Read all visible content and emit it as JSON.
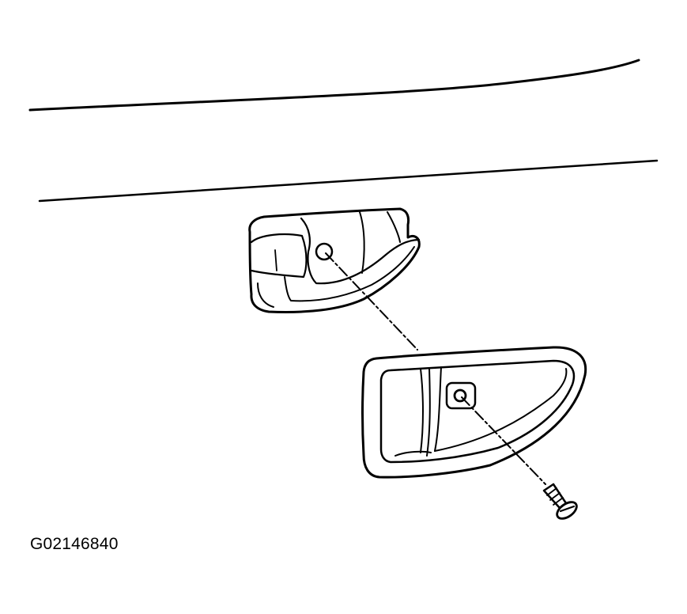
{
  "figure": {
    "reference_code": "G02146840",
    "stroke_color": "#000000",
    "background_color": "#ffffff"
  },
  "parts": [
    {
      "id": "door-trim-panel",
      "icon": "door-panel-lines-icon"
    },
    {
      "id": "inner-handle-lever",
      "icon": "door-handle-lever-icon"
    },
    {
      "id": "handle-bezel",
      "icon": "handle-bezel-icon"
    },
    {
      "id": "mounting-screw",
      "icon": "screw-icon"
    }
  ]
}
